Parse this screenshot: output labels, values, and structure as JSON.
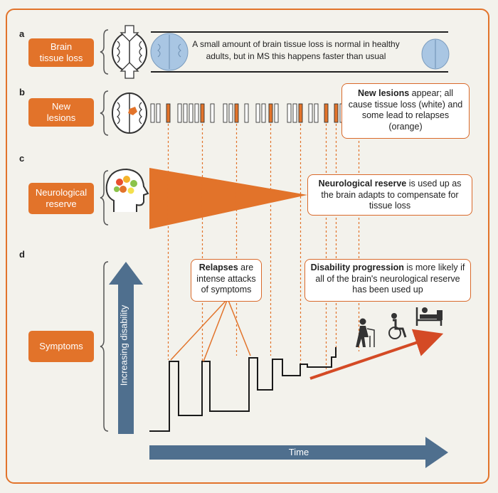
{
  "rows": {
    "a": {
      "letter": "a",
      "label": "Brain\ntissue loss",
      "note": "A small amount of brain tissue loss is normal in healthy adults, but in MS this happens faster than usual"
    },
    "b": {
      "letter": "b",
      "label": "New\nlesions",
      "callout_bold": "New lesions",
      "callout_rest": " appear; all cause tissue loss (white) and some lead to relapses (orange)"
    },
    "c": {
      "letter": "c",
      "label": "Neurological\nreserve",
      "callout_bold": "Neurological reserve",
      "callout_rest": " is used up as the brain adapts to compensate for tissue loss"
    },
    "d": {
      "letter": "d",
      "label": "Symptoms",
      "axis_label": "Increasing disability",
      "relapse_bold": "Relapses",
      "relapse_rest": " are intense attacks of symptoms",
      "progression_bold": "Disability progression",
      "progression_rest": " is more likely if all of the brain's neurological reserve has been used up"
    }
  },
  "time_label": "Time",
  "lesions": [
    "white",
    "white",
    "orange",
    "white",
    "white",
    "white",
    "white",
    "orange",
    "white",
    "white",
    "white",
    "orange",
    "white",
    "white",
    "white",
    "orange",
    "white",
    "white",
    "white",
    "orange",
    "white",
    "white",
    "orange",
    "orange",
    "white",
    "white",
    "orange"
  ],
  "colors": {
    "orange": "#e2732a",
    "slate": "#4f6f8e",
    "red_arrow": "#d44a25",
    "frame": "#e2732a"
  },
  "icons": [
    "brain-icon",
    "lesion-brain-icon",
    "head-icon",
    "walker-person-icon",
    "wheelchair-icon",
    "bed-icon"
  ]
}
